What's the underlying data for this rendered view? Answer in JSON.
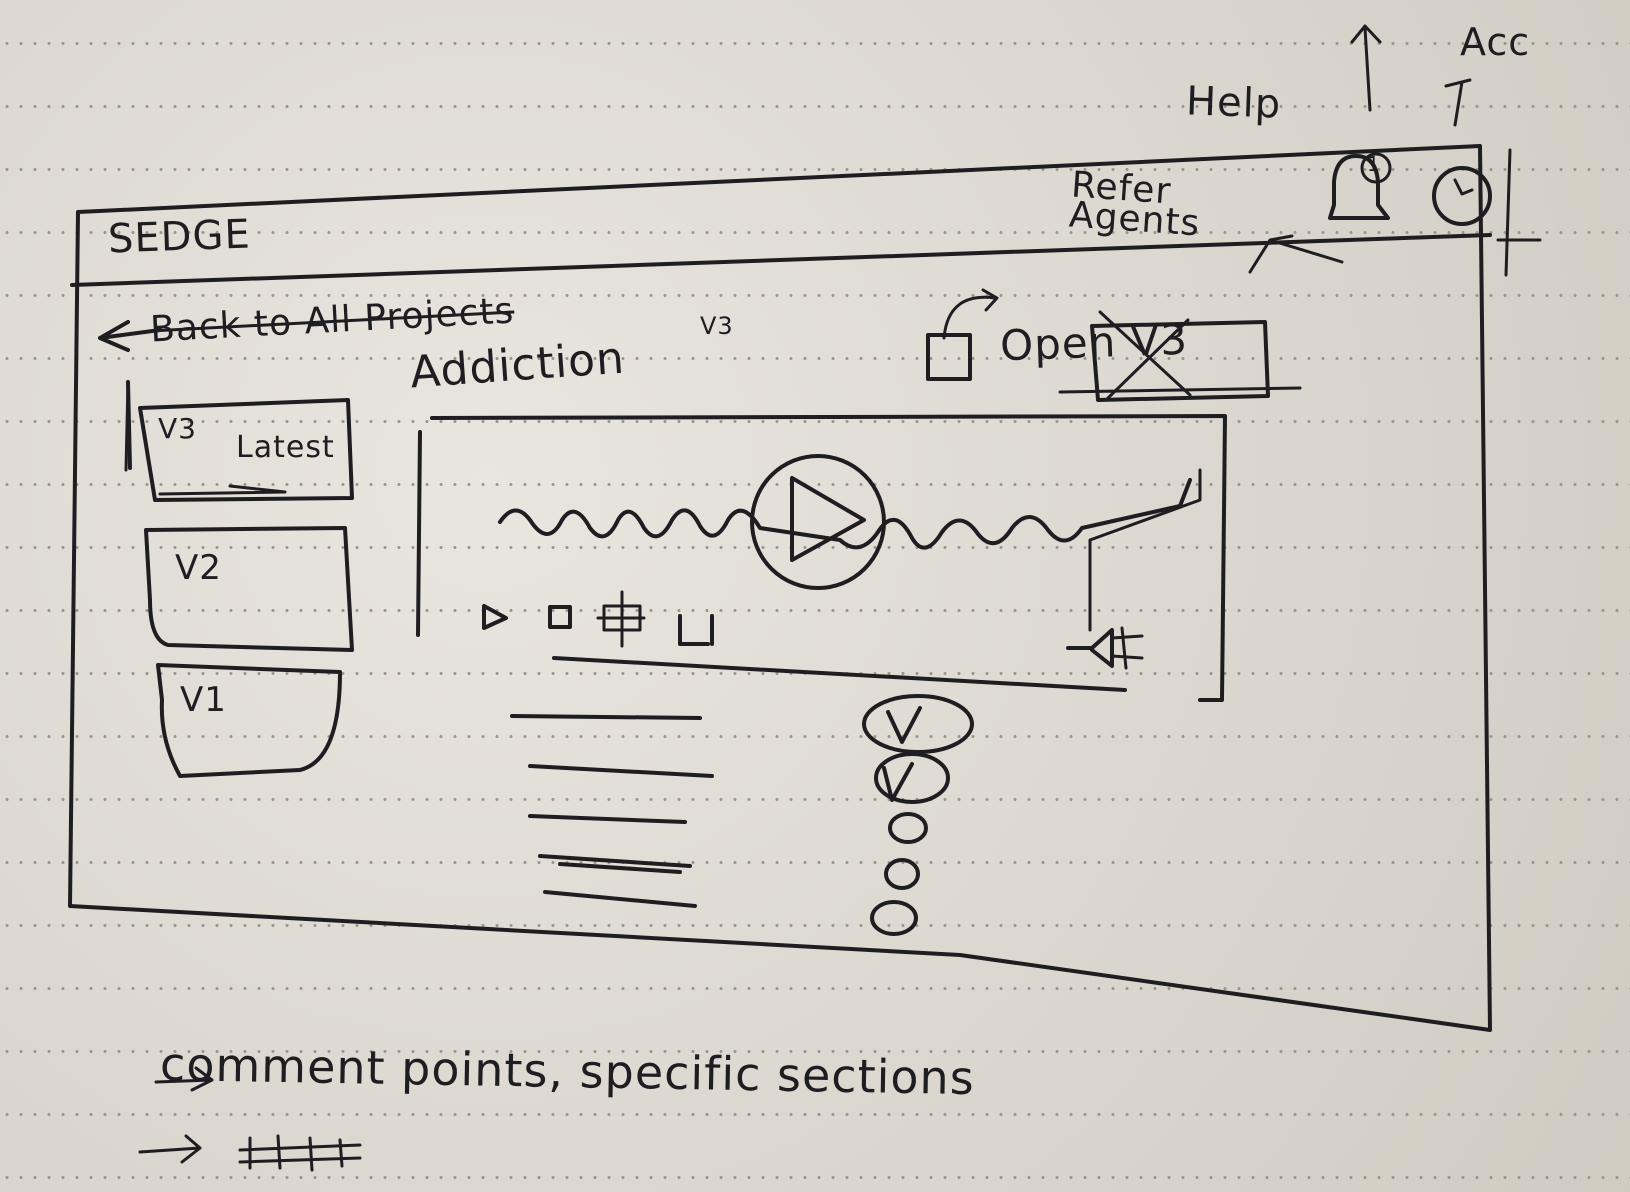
{
  "header": {
    "logo": "SEDGE",
    "refer": "Refer Agents",
    "help_label": "Help",
    "account_label": "Acc",
    "notification_count": "1",
    "icons": [
      "bell-icon",
      "account-icon",
      "menu-icon"
    ]
  },
  "nav": {
    "back_label": "Back to All Projects"
  },
  "project": {
    "title": "Addiction",
    "version_label": "V3",
    "open_button": "Open V3"
  },
  "versions": [
    {
      "label": "V3",
      "tag": "Latest"
    },
    {
      "label": "V2"
    },
    {
      "label": "V1"
    }
  ],
  "player": {
    "icons": [
      "big-play-icon",
      "play-icon",
      "stop-icon",
      "subtitle-icon",
      "fullscreen-icon",
      "volume-icon"
    ]
  },
  "checklist": {
    "checked_states": [
      true,
      true,
      false,
      false,
      false
    ]
  },
  "notes": {
    "line1": "comment points, specific sections",
    "line2": ""
  },
  "colors": {
    "paper": "#ddd8ce",
    "ink": "#1e1e22"
  }
}
